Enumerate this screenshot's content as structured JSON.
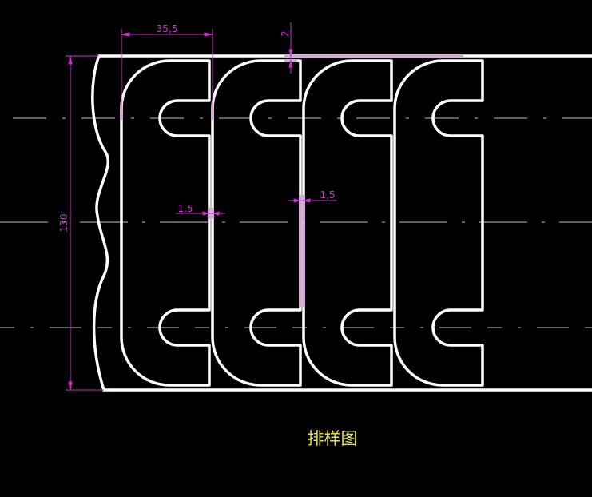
{
  "drawing": {
    "caption": "排样图",
    "dimensions": {
      "width_label": "35,5",
      "gap_label": "2",
      "height_label": "130",
      "pitch_left_label": "1,5",
      "pitch_right_label": "1,5"
    },
    "part_count": 4
  },
  "colors": {
    "background": "#000000",
    "outline": "#ffffff",
    "dimension": "#cc33cc",
    "centerline": "#bfbfbf",
    "caption": "#e8e24a"
  }
}
